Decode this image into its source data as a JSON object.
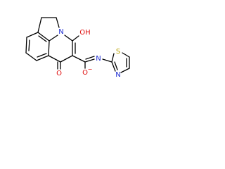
{
  "molecule": {
    "atom_labels": {
      "n_ring": "N",
      "oh": "OH",
      "o_ketone": "O",
      "o_anion": "O",
      "charge": "−",
      "n_imine": "N",
      "n_thiazole": "N",
      "s_thiazole": "S"
    },
    "colors": {
      "bond": "#000000",
      "nitrogen": "#1c2bd0",
      "oxygen": "#e01010",
      "sulfur": "#b8a000"
    }
  }
}
